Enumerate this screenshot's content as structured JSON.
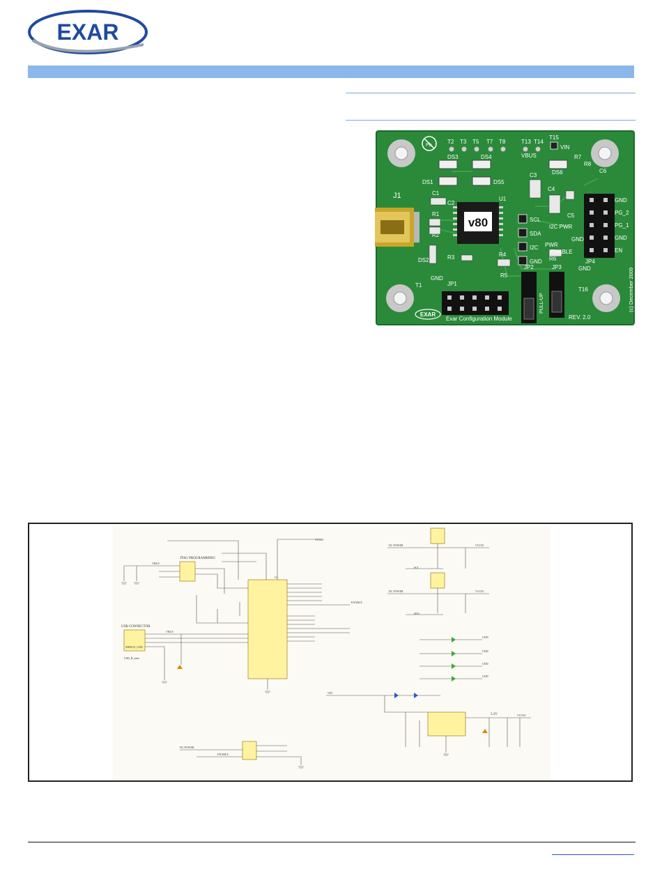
{
  "logo": {
    "text": "EXAR",
    "color": "#1f4aa0"
  },
  "colors": {
    "header_band": "#8cb7ea",
    "rule": "#7aa7e0",
    "pcb": "#2a8a3a"
  },
  "board": {
    "part_marking": "v80",
    "labels": {
      "j1": "J1",
      "r1": "R1",
      "r2": "R2",
      "r3": "R3",
      "r4": "R4",
      "r5": "R5",
      "r6": "R6",
      "r7": "R7",
      "r8": "R8",
      "c1": "C1",
      "c2": "C2",
      "c3": "C3",
      "c4": "C4",
      "c5": "C5",
      "c6": "C6",
      "u1": "U1",
      "ds1": "DS1",
      "ds2": "DS2",
      "ds3": "DS3",
      "ds4": "DS4",
      "ds5": "DS5",
      "ds6": "DS6",
      "t1": "T1",
      "t2": "T2",
      "t3": "T3",
      "t5": "T5",
      "t7": "T7",
      "t8": "T8",
      "t13": "T13",
      "t14": "T14",
      "t15": "T15",
      "t16": "T16",
      "vbus": "VBUS",
      "vin": "VIN",
      "gnd": "GND",
      "scl": "SCL",
      "sda": "SDA",
      "i2c": "I2C",
      "pwr": "PWR",
      "i2c_pwr": "I2C PWR",
      "enable": "ENABLE",
      "jp1": "JP1",
      "jp2": "JP2",
      "jp3": "JP3",
      "jp4": "JP4",
      "pg2": "PG_2",
      "pg1": "PG_1",
      "en": "EN",
      "bottom_text": "Exar Configuration Module",
      "rev": "REV. 2.0",
      "copyright": "(c) December 2009",
      "logo": "EXAR",
      "pull_up": "PULL-UP",
      "pb": "Pb"
    }
  },
  "schematic": {
    "jtag": "JTAG PROGRAMMING",
    "usb": "USB CONNECTOR",
    "usb_part": "USB_B_mini",
    "vbus": "VBUS",
    "vccio": "VCCIO",
    "dc_power": "DC POWER",
    "scl": "SCL",
    "sda": "SDA",
    "enable": "ENABLE",
    "vin": "VIN",
    "v33": "3.3V",
    "gnd": "GND",
    "u1": "U1",
    "shield": "SHIELD_GND"
  }
}
